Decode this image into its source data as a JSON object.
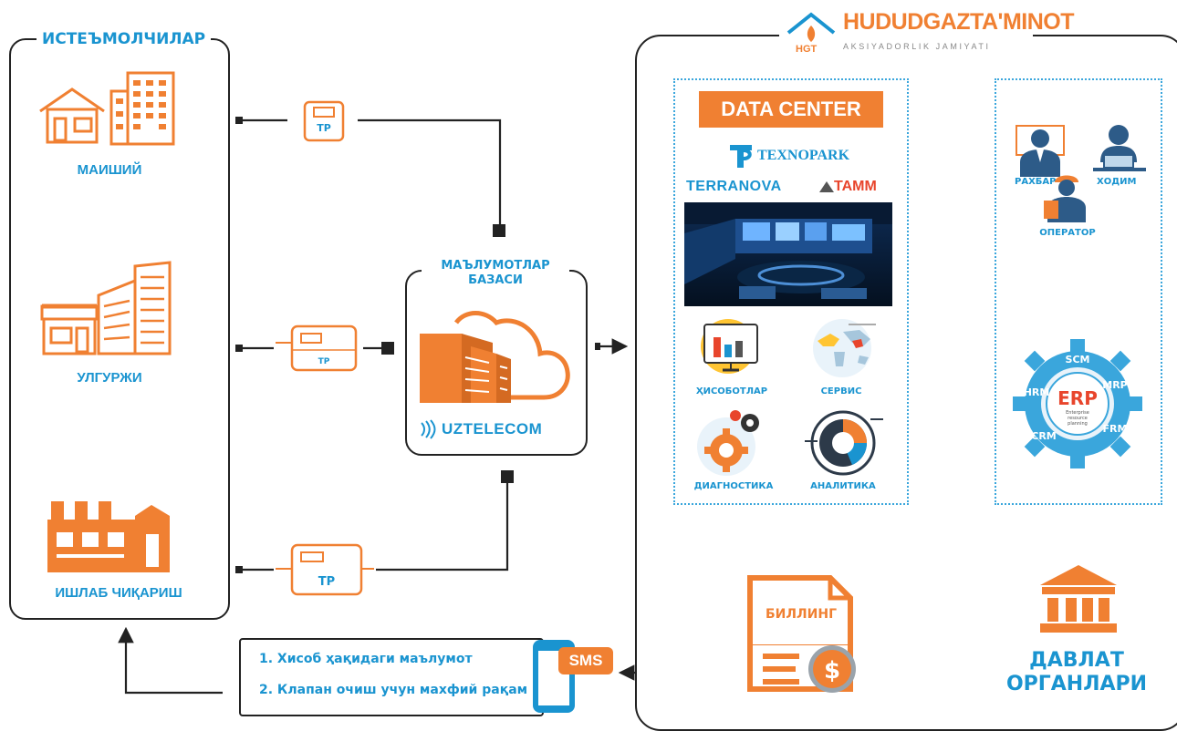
{
  "consumers": {
    "title": "ИСТЕЪМОЛЧИЛАР",
    "household": "МАИШИЙ",
    "wholesale": "УЛГУРЖИ",
    "industrial": "ИШЛАБ ЧИҚАРИШ"
  },
  "meter_brand": "TP",
  "database": {
    "title_line1": "МАЪЛУМОТЛАР",
    "title_line2": "БАЗАСИ",
    "provider": "UZTELECOM"
  },
  "company": {
    "name": "HUDUDGAZTA'MINOT",
    "subtitle": "AKSIYADORLIK JAMIYATI",
    "abbr": "HGT"
  },
  "data_center": {
    "title": "DATA CENTER",
    "partner1": "TEXNOPARK",
    "partner2": "TERRANOVA",
    "partner3": "TAMM",
    "items": [
      "ҲИСОБОТЛАР",
      "СЕРВИС",
      "ДИАГНОСТИКА",
      "АНАЛИТИКА"
    ]
  },
  "staff": {
    "manager": "РАХБАР",
    "employee": "ХОДИМ",
    "operator": "ОПЕРАТОР"
  },
  "erp": {
    "title": "ERP",
    "subtitle1": "Enterprise",
    "subtitle2": "resource",
    "subtitle3": "planning",
    "modules": [
      "SCM",
      "MRP",
      "FRM",
      "CRM",
      "HRM"
    ]
  },
  "billing": {
    "label": "БИЛЛИНГ"
  },
  "government": {
    "line1": "ДАВЛАТ",
    "line2": "ОРГАНЛАРИ"
  },
  "sms": {
    "badge": "SMS",
    "line1": "1. Хисоб ҳақидаги маълумот",
    "line2": "2. Клапан очиш учун махфий рақам"
  },
  "colors": {
    "orange": "#f08032",
    "blue": "#1a94d0",
    "dark": "#222222"
  }
}
